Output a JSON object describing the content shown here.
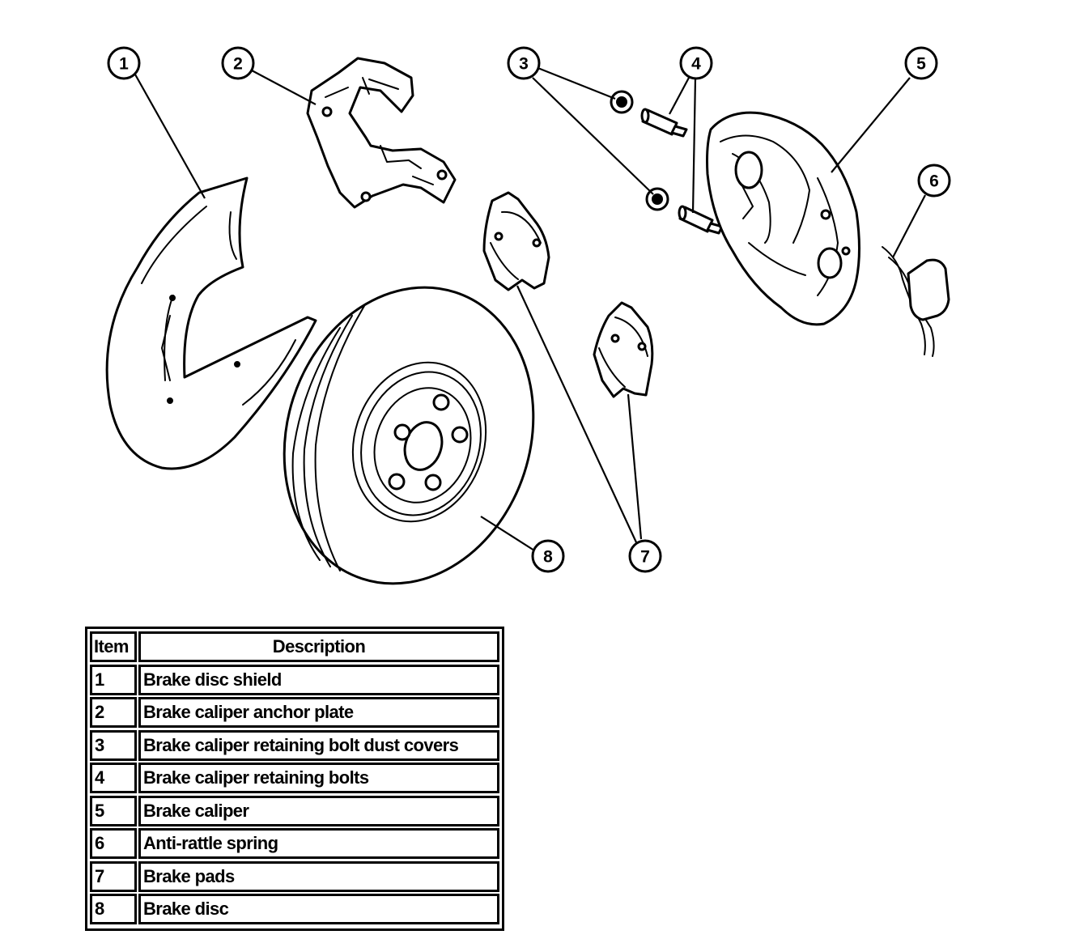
{
  "callouts": [
    "1",
    "2",
    "3",
    "4",
    "5",
    "6",
    "7",
    "8"
  ],
  "table": {
    "headers": {
      "item": "Item",
      "description": "Description"
    },
    "rows": [
      {
        "item": "1",
        "description": "Brake disc shield"
      },
      {
        "item": "2",
        "description": "Brake caliper anchor plate"
      },
      {
        "item": "3",
        "description": "Brake caliper retaining bolt dust covers"
      },
      {
        "item": "4",
        "description": "Brake caliper retaining bolts"
      },
      {
        "item": "5",
        "description": "Brake caliper"
      },
      {
        "item": "6",
        "description": "Anti-rattle spring"
      },
      {
        "item": "7",
        "description": "Brake pads"
      },
      {
        "item": "8",
        "description": "Brake disc"
      }
    ]
  }
}
